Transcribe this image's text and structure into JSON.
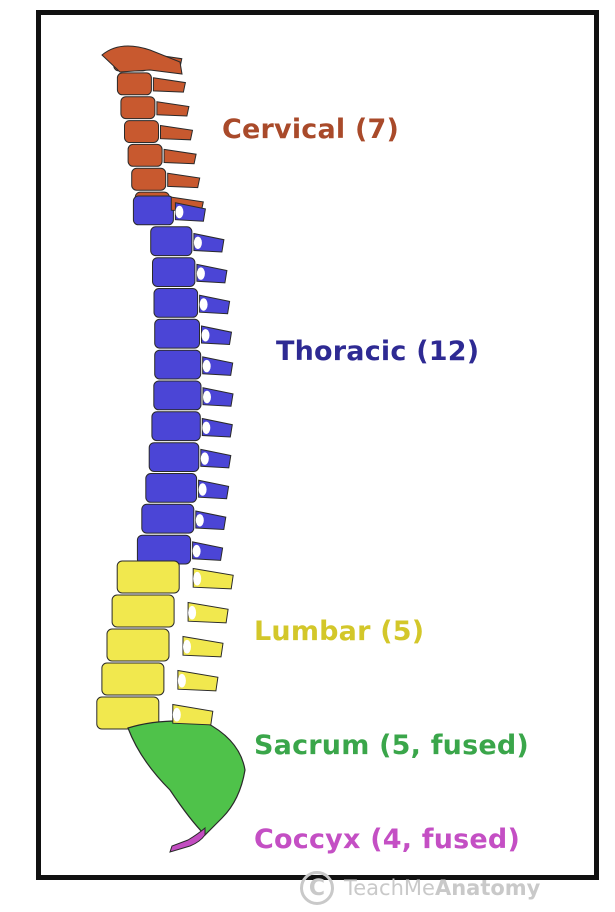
{
  "regions": [
    {
      "key": "cervical",
      "label": "Cervical (7)",
      "color": "#a94a2a",
      "bone_color": "#c8592f",
      "vertebrae": 7
    },
    {
      "key": "thoracic",
      "label": "Thoracic (12)",
      "color": "#2e2a93",
      "bone_color": "#4b45d6",
      "vertebrae": 12
    },
    {
      "key": "lumbar",
      "label": "Lumbar (5)",
      "color": "#d3c72a",
      "bone_color": "#f1e84e",
      "vertebrae": 5
    },
    {
      "key": "sacrum",
      "label": "Sacrum (5, fused)",
      "color": "#3aa64a",
      "bone_color": "#4fc24a",
      "vertebrae": 5
    },
    {
      "key": "coccyx",
      "label": "Coccyx (4, fused)",
      "color": "#c44fc4",
      "bone_color": "#c24dc0",
      "vertebrae": 4
    }
  ],
  "watermark": {
    "symbol": "C",
    "prefix": "TeachMe",
    "suffix": "Anatomy"
  }
}
